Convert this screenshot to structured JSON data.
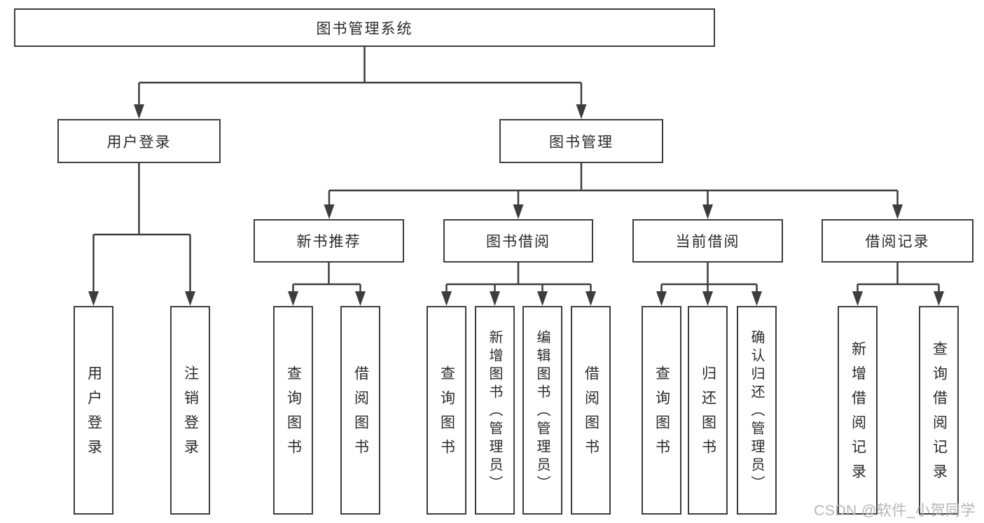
{
  "diagram": {
    "root": {
      "label": "图书管理系统"
    },
    "branches": [
      {
        "label": "用户登录",
        "children": [
          "用户登录",
          "注销登录"
        ]
      },
      {
        "label": "图书管理",
        "children": [
          {
            "label": "新书推荐",
            "children": [
              "查询图书",
              "借阅图书"
            ]
          },
          {
            "label": "图书借阅",
            "children": [
              "查询图书",
              "新增图书（管理员）",
              "编辑图书（管理员）",
              "借阅图书"
            ]
          },
          {
            "label": "当前借阅",
            "children": [
              "查询图书",
              "归还图书",
              "确认归还（管理员）"
            ]
          },
          {
            "label": "借阅记录",
            "children": [
              "新增借阅记录",
              "查询借阅记录"
            ]
          }
        ]
      }
    ]
  },
  "watermark": {
    "text": "CSDN @软件_小贺同学"
  },
  "colors": {
    "line": "#3d3d3d",
    "text": "#2a2a2a",
    "watermark": "#b5b5b8",
    "background": "#ffffff"
  }
}
